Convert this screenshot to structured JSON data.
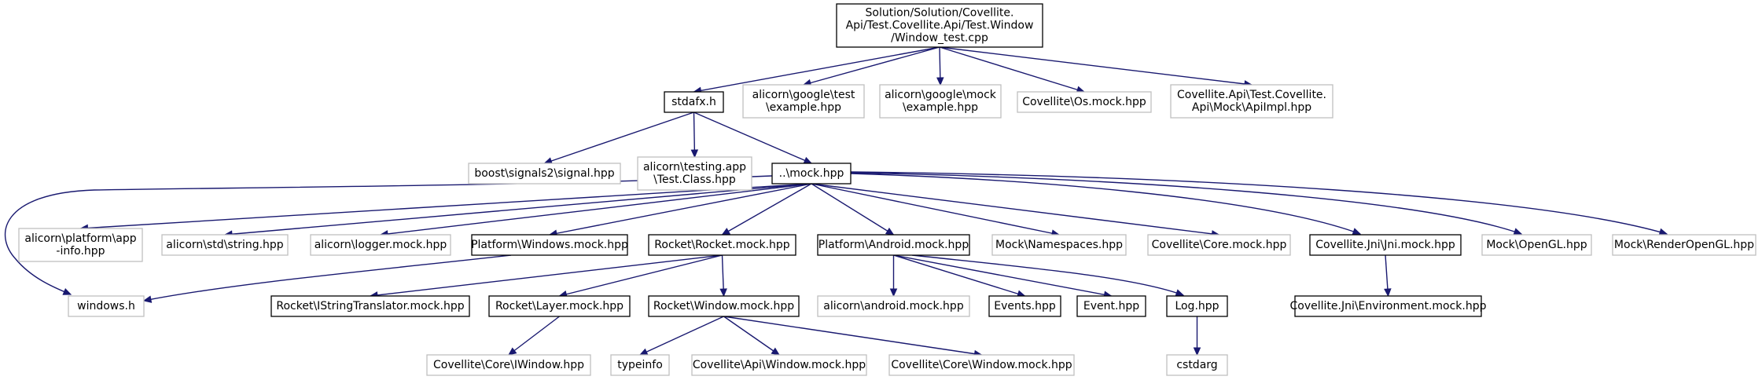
{
  "colors": {
    "edge": "#191970",
    "root_fill": "#bfbfbf",
    "documented_border": "#000000",
    "undocumented_border": "#bfbfbf"
  },
  "nodes": [
    {
      "id": "root",
      "lines": [
        "Solution/Solution/Covellite.",
        "Api/Test.Covellite.Api/Test.Window",
        "/Window_test.cpp"
      ],
      "kind": "root"
    },
    {
      "id": "stdafx",
      "lines": [
        "stdafx.h"
      ],
      "kind": "documented"
    },
    {
      "id": "gtest",
      "lines": [
        "alicorn\\google\\test",
        "\\example.hpp"
      ],
      "kind": "undocumented"
    },
    {
      "id": "gmock",
      "lines": [
        "alicorn\\google\\mock",
        "\\example.hpp"
      ],
      "kind": "undocumented"
    },
    {
      "id": "osmock",
      "lines": [
        "Covellite\\Os.mock.hpp"
      ],
      "kind": "undocumented"
    },
    {
      "id": "apiimpl",
      "lines": [
        "Covellite.Api\\Test.Covellite.",
        "Api\\Mock\\ApiImpl.hpp"
      ],
      "kind": "undocumented"
    },
    {
      "id": "signal",
      "lines": [
        "boost\\signals2\\signal.hpp"
      ],
      "kind": "undocumented"
    },
    {
      "id": "testclass",
      "lines": [
        "alicorn\\testing.app",
        "\\Test.Class.hpp"
      ],
      "kind": "undocumented"
    },
    {
      "id": "mock",
      "lines": [
        "..\\mock.hpp"
      ],
      "kind": "documented"
    },
    {
      "id": "appinfo",
      "lines": [
        "alicorn\\platform\\app",
        "-info.hpp"
      ],
      "kind": "undocumented"
    },
    {
      "id": "string",
      "lines": [
        "alicorn\\std\\string.hpp"
      ],
      "kind": "undocumented"
    },
    {
      "id": "logger",
      "lines": [
        "alicorn\\logger.mock.hpp"
      ],
      "kind": "undocumented"
    },
    {
      "id": "winmock",
      "lines": [
        "Platform\\Windows.mock.hpp"
      ],
      "kind": "documented"
    },
    {
      "id": "rocket",
      "lines": [
        "Rocket\\Rocket.mock.hpp"
      ],
      "kind": "documented"
    },
    {
      "id": "android",
      "lines": [
        "Platform\\Android.mock.hpp"
      ],
      "kind": "documented"
    },
    {
      "id": "namespaces",
      "lines": [
        "Mock\\Namespaces.hpp"
      ],
      "kind": "undocumented"
    },
    {
      "id": "coremock",
      "lines": [
        "Covellite\\Core.mock.hpp"
      ],
      "kind": "undocumented"
    },
    {
      "id": "jni",
      "lines": [
        "Covellite.Jni\\Jni.mock.hpp"
      ],
      "kind": "documented"
    },
    {
      "id": "opengl",
      "lines": [
        "Mock\\OpenGL.hpp"
      ],
      "kind": "undocumented"
    },
    {
      "id": "renderopengl",
      "lines": [
        "Mock\\RenderOpenGL.hpp"
      ],
      "kind": "undocumented"
    },
    {
      "id": "windowsh",
      "lines": [
        "windows.h"
      ],
      "kind": "undocumented"
    },
    {
      "id": "istring",
      "lines": [
        "Rocket\\IStringTranslator.mock.hpp"
      ],
      "kind": "documented"
    },
    {
      "id": "layer",
      "lines": [
        "Rocket\\Layer.mock.hpp"
      ],
      "kind": "documented"
    },
    {
      "id": "rwindow",
      "lines": [
        "Rocket\\Window.mock.hpp"
      ],
      "kind": "documented"
    },
    {
      "id": "androidmock",
      "lines": [
        "alicorn\\android.mock.hpp"
      ],
      "kind": "undocumented"
    },
    {
      "id": "events",
      "lines": [
        "Events.hpp"
      ],
      "kind": "documented"
    },
    {
      "id": "event",
      "lines": [
        "Event.hpp"
      ],
      "kind": "documented"
    },
    {
      "id": "log",
      "lines": [
        "Log.hpp"
      ],
      "kind": "documented"
    },
    {
      "id": "environment",
      "lines": [
        "Covellite.Jni\\Environment.mock.hpp"
      ],
      "kind": "documented"
    },
    {
      "id": "iwindow",
      "lines": [
        "Covellite\\Core\\IWindow.hpp"
      ],
      "kind": "undocumented"
    },
    {
      "id": "typeinfo",
      "lines": [
        "typeinfo"
      ],
      "kind": "undocumented"
    },
    {
      "id": "apiwindow",
      "lines": [
        "Covellite\\Api\\Window.mock.hpp"
      ],
      "kind": "undocumented"
    },
    {
      "id": "corewindow",
      "lines": [
        "Covellite\\Core\\Window.mock.hpp"
      ],
      "kind": "undocumented"
    },
    {
      "id": "cstdarg",
      "lines": [
        "cstdarg"
      ],
      "kind": "undocumented"
    }
  ],
  "edges": [
    [
      "root",
      "stdafx"
    ],
    [
      "root",
      "gtest"
    ],
    [
      "root",
      "gmock"
    ],
    [
      "root",
      "osmock"
    ],
    [
      "root",
      "apiimpl"
    ],
    [
      "stdafx",
      "signal"
    ],
    [
      "stdafx",
      "testclass"
    ],
    [
      "stdafx",
      "mock"
    ],
    [
      "mock",
      "windowsh"
    ],
    [
      "mock",
      "appinfo"
    ],
    [
      "mock",
      "string"
    ],
    [
      "mock",
      "logger"
    ],
    [
      "mock",
      "winmock"
    ],
    [
      "mock",
      "rocket"
    ],
    [
      "mock",
      "android"
    ],
    [
      "mock",
      "namespaces"
    ],
    [
      "mock",
      "coremock"
    ],
    [
      "mock",
      "jni"
    ],
    [
      "mock",
      "opengl"
    ],
    [
      "mock",
      "renderopengl"
    ],
    [
      "winmock",
      "windowsh"
    ],
    [
      "rocket",
      "istring"
    ],
    [
      "rocket",
      "layer"
    ],
    [
      "rocket",
      "rwindow"
    ],
    [
      "layer",
      "iwindow"
    ],
    [
      "rwindow",
      "typeinfo"
    ],
    [
      "rwindow",
      "apiwindow"
    ],
    [
      "rwindow",
      "corewindow"
    ],
    [
      "android",
      "androidmock"
    ],
    [
      "android",
      "events"
    ],
    [
      "android",
      "event"
    ],
    [
      "android",
      "log"
    ],
    [
      "log",
      "cstdarg"
    ],
    [
      "jni",
      "environment"
    ]
  ]
}
